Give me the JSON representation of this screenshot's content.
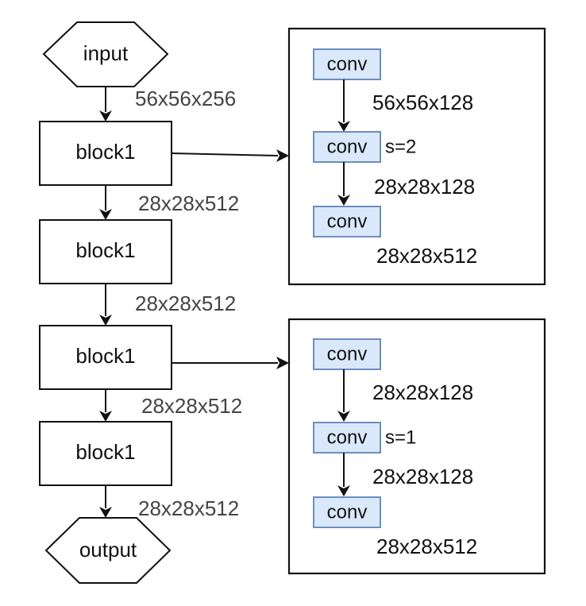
{
  "main_flow": {
    "input_label": "input",
    "output_label": "output",
    "blocks": [
      {
        "label": "block1"
      },
      {
        "label": "block1"
      },
      {
        "label": "block1"
      },
      {
        "label": "block1"
      }
    ],
    "edge_labels": [
      "56x56x256",
      "28x28x512",
      "28x28x512",
      "28x28x512",
      "28x28x512"
    ]
  },
  "detail_panels": [
    {
      "convs": [
        {
          "label": "conv"
        },
        {
          "label": "conv",
          "annotation": "s=2"
        },
        {
          "label": "conv"
        }
      ],
      "edge_labels": [
        "56x56x128",
        "28x28x128"
      ],
      "output_label": "28x28x512"
    },
    {
      "convs": [
        {
          "label": "conv"
        },
        {
          "label": "conv",
          "annotation": "s=1"
        },
        {
          "label": "conv"
        }
      ],
      "edge_labels": [
        "28x28x128",
        "28x28x128"
      ],
      "output_label": "28x28x512"
    }
  ],
  "colors": {
    "conv_fill": "#dae8fc",
    "conv_stroke": "#6c8ebf",
    "line": "#111111",
    "main_edge_label": "#444444"
  }
}
